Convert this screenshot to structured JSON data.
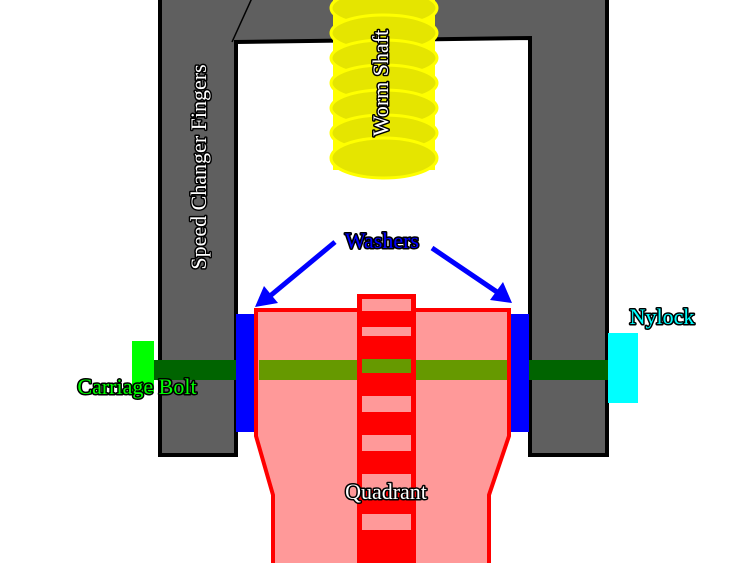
{
  "diagram": {
    "labels": {
      "speed_changer_fingers": "Speed Changer Fingers",
      "worm_shaft": "Worm Shaft",
      "washers": "Washers",
      "nylock": "Nylock",
      "carriage_bolt": "Carriage Bolt",
      "quadrant": "Quadrant"
    },
    "colors": {
      "fingers": "#5f5f5f",
      "worm_shaft": "#e5e500",
      "worm_shaft_outline": "#ffff00",
      "washer": "#0000ff",
      "washers_label": "#0000ff",
      "nylock": "#00ffff",
      "carriage_bolt_head": "#00ff00",
      "carriage_bolt_shaft_dark": "#006400",
      "carriage_bolt_shaft_light": "#669900",
      "quadrant_fill": "#ff9999",
      "quadrant_outline": "#ff0000",
      "outline": "#000000"
    }
  }
}
